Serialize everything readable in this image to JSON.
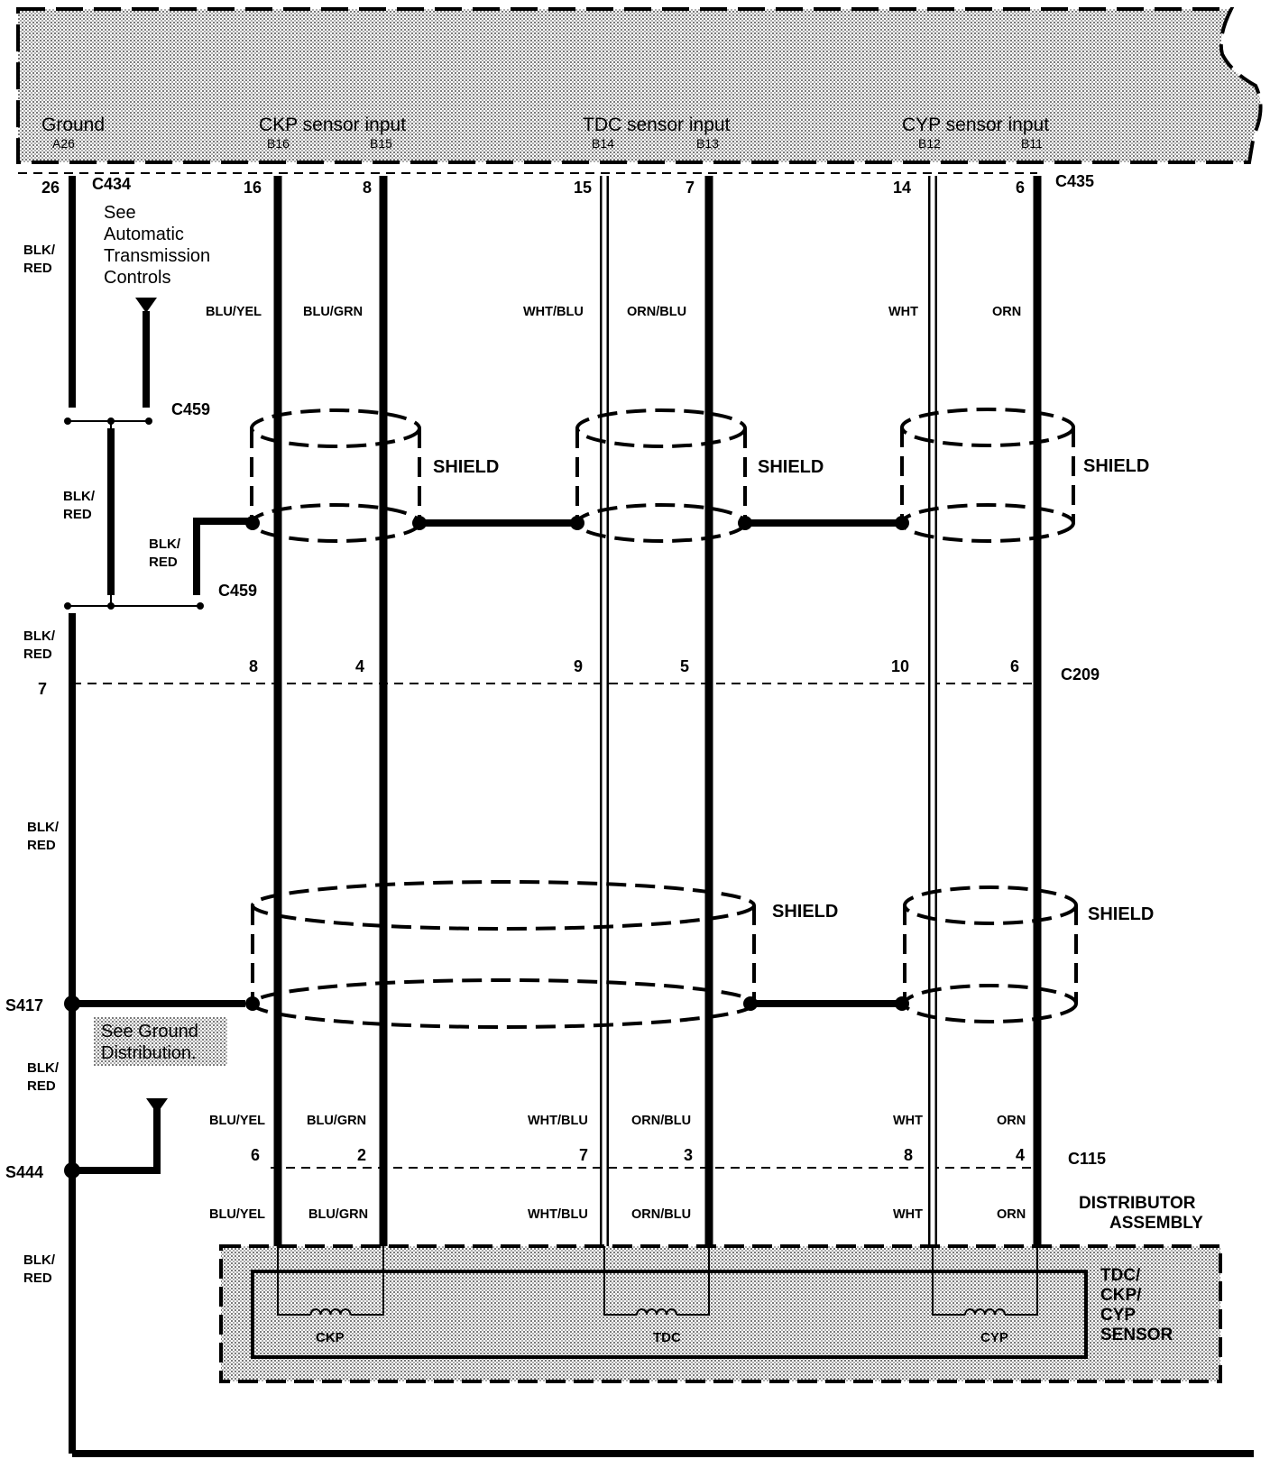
{
  "ecm": {
    "ground_label": "Ground",
    "ground_pin": "A26",
    "ckp_label": "CKP sensor input",
    "ckp_pin_a": "B16",
    "ckp_pin_b": "B15",
    "tdc_label": "TDC sensor input",
    "tdc_pin_a": "B14",
    "tdc_pin_b": "B13",
    "cyp_label": "CYP sensor input",
    "cyp_pin_a": "B12",
    "cyp_pin_b": "B11"
  },
  "connectors": {
    "c434": "C434",
    "c435": "C435",
    "c459_top": "C459",
    "c459_bottom": "C459",
    "c209": "C209",
    "c115": "C115",
    "s417": "S417",
    "s444": "S444"
  },
  "pins": {
    "c434": [
      "26",
      "16",
      "8",
      "15",
      "7",
      "14",
      "6"
    ],
    "c209": [
      "7",
      "8",
      "4",
      "9",
      "5",
      "10",
      "6"
    ],
    "c115": [
      "6",
      "2",
      "7",
      "3",
      "8",
      "4"
    ]
  },
  "wire_colors": {
    "blk_red": "BLK/\nRED",
    "blu_yel": "BLU/YEL",
    "blu_grn": "BLU/GRN",
    "wht_blu": "WHT/BLU",
    "orn_blu": "ORN/BLU",
    "wht": "WHT",
    "orn": "ORN"
  },
  "notes": {
    "see_at": [
      "See",
      "Automatic",
      "Transmission",
      "Controls"
    ],
    "see_ground": [
      "See Ground",
      "Distribution."
    ]
  },
  "shield_label": "SHIELD",
  "distributor": {
    "title_1": "DISTRIBUTOR",
    "title_2": "ASSEMBLY",
    "sensor_1": "TDC/",
    "sensor_2": "CKP/",
    "sensor_3": "CYP",
    "sensor_4": "SENSOR",
    "coil_ckp": "CKP",
    "coil_tdc": "TDC",
    "coil_cyp": "CYP"
  }
}
